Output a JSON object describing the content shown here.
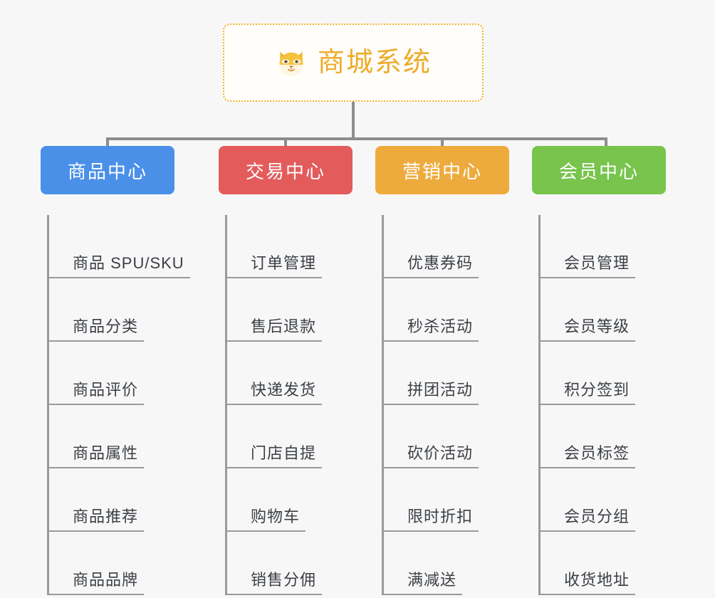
{
  "page": {
    "background_color": "#f7f7f7",
    "connector_color": "#8d8d8d",
    "leaf_line_color": "#9a9a9a",
    "leaf_text_color": "#3b3f45"
  },
  "root": {
    "title": "商城系统",
    "icon": "shiba-dog-face-icon",
    "border_color": "#f0b429",
    "text_color": "#edab2b",
    "background_color": "#fffefb"
  },
  "columns": [
    {
      "id": "product-center",
      "label": "商品中心",
      "color": "#4a90e8",
      "leaves": [
        "商品 SPU/SKU",
        "商品分类",
        "商品评价",
        "商品属性",
        "商品推荐",
        "商品品牌"
      ]
    },
    {
      "id": "trade-center",
      "label": "交易中心",
      "color": "#e35b5b",
      "leaves": [
        "订单管理",
        "售后退款",
        "快递发货",
        "门店自提",
        "购物车",
        "销售分佣"
      ]
    },
    {
      "id": "marketing-center",
      "label": "营销中心",
      "color": "#eeab3d",
      "leaves": [
        "优惠券码",
        "秒杀活动",
        "拼团活动",
        "砍价活动",
        "限时折扣",
        "满减送"
      ]
    },
    {
      "id": "member-center",
      "label": "会员中心",
      "color": "#78c44d",
      "leaves": [
        "会员管理",
        "会员等级",
        "积分签到",
        "会员标签",
        "会员分组",
        "收货地址"
      ]
    }
  ]
}
